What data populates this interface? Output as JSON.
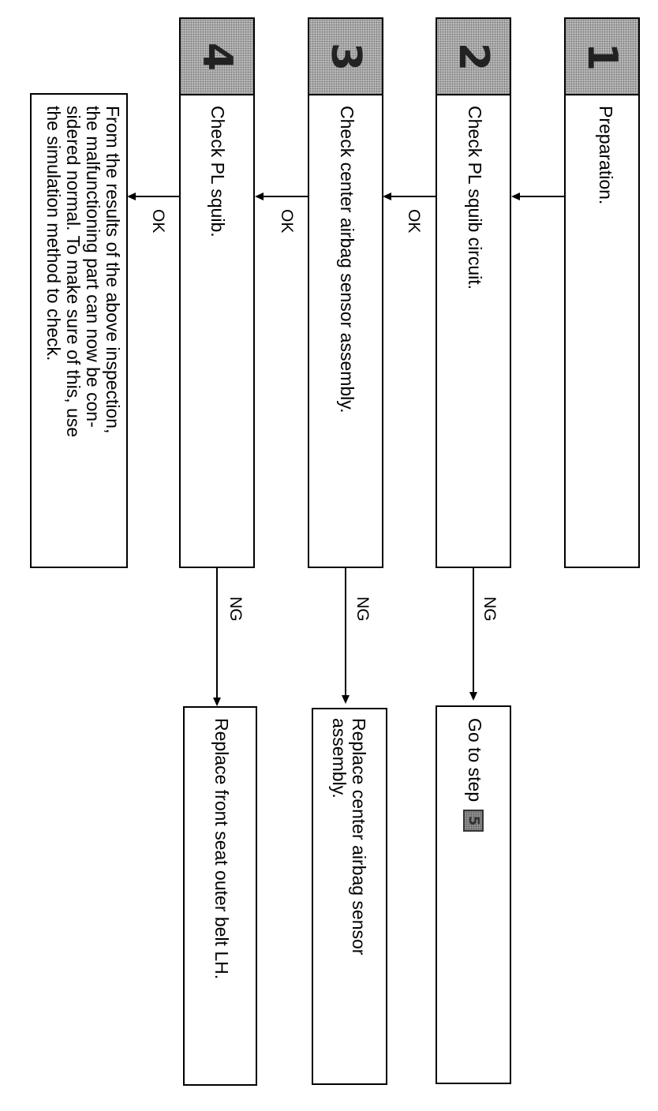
{
  "steps": [
    {
      "number": "1",
      "text": "Preparation."
    },
    {
      "number": "2",
      "text": "Check PL squib circuit."
    },
    {
      "number": "3",
      "text": "Check center airbag sensor assembly."
    },
    {
      "number": "4",
      "text": "Check PL squib."
    }
  ],
  "labels": {
    "ok": "OK",
    "ng": "NG"
  },
  "outcomes": {
    "step2_ng": {
      "text": "Go to step",
      "ref": "5"
    },
    "step3_ng": {
      "line1": "Replace center airbag sensor",
      "line2": "assembly."
    },
    "step4_ng": {
      "text": "Replace front seat outer belt LH."
    },
    "step4_ok": {
      "line1": "From the results of the above inspection,",
      "line2": "the malfunctioning part can now be con-",
      "line3": "sidered normal. To make sure of this, use",
      "line4": "the simulation method to check."
    }
  }
}
